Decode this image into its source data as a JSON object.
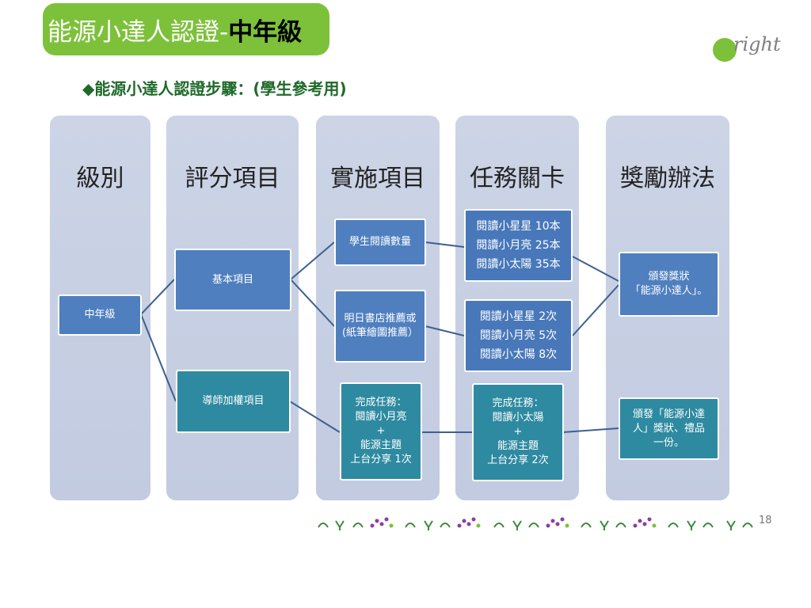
{
  "title": {
    "part1": "能源小達人認證-",
    "part2": "中年級"
  },
  "logo": {
    "text": "right"
  },
  "subtitle": "◆能源小達人認證步驟：(學生參考用)",
  "columns": [
    "級別",
    "評分項目",
    "實施項目",
    "任務關卡",
    "獎勵辦法"
  ],
  "nodes": {
    "grade": "中年級",
    "basic": "基本項目",
    "mentor": "導師加權項目",
    "reading_count": "學生閱讀數量",
    "recommend": [
      "明日書店推薦或",
      "(紙筆繪圖推薦）"
    ],
    "complete1": [
      "完成任務：",
      "閱讀小月亮",
      "+",
      "能源主題",
      "上台分享 1次"
    ],
    "reading_levels": [
      "閱讀小星星 10本",
      "閱讀小月亮  25本",
      "閱讀小太陽 35本"
    ],
    "recommend_levels": [
      "閱讀小星星 2次",
      "閱讀小月亮 5次",
      "閱讀小太陽 8次"
    ],
    "complete2": [
      "完成任務：",
      "閱讀小太陽",
      "+",
      "能源主題",
      "上台分享 2次"
    ],
    "award1": [
      "頒發獎狀",
      "「能源小達人」。"
    ],
    "award2": [
      "頒發「能源小達",
      "人」獎狀、禮品",
      "一份。"
    ]
  },
  "page_number": "18",
  "colors": {
    "green": "#7dc13a",
    "blue": "#4f7fbf",
    "teal": "#2e8aa0",
    "column": "#c8d1e4"
  }
}
